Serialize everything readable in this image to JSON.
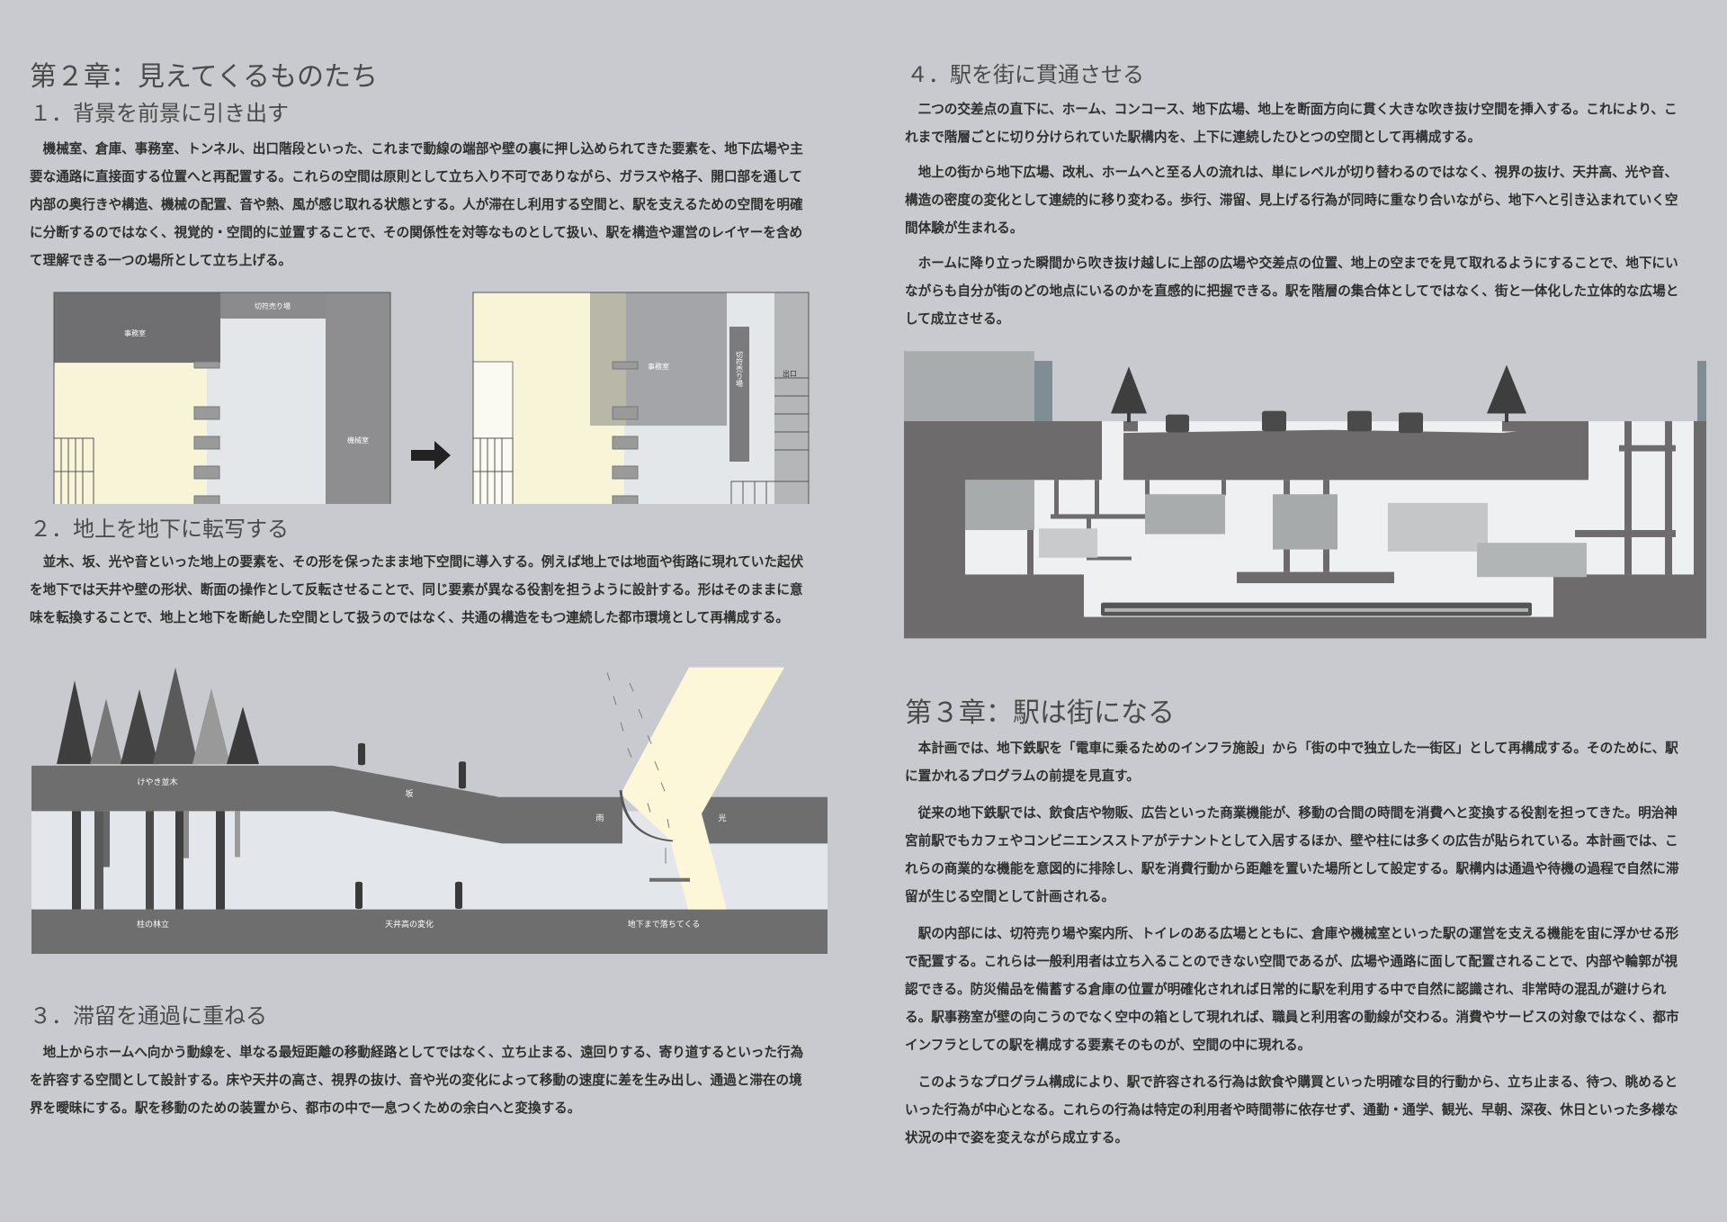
{
  "left": {
    "chapter_title": "第２章：見えてくるものたち",
    "s1": {
      "title": "１．背景を前景に引き出す",
      "body": "機械室、倉庫、事務室、トンネル、出口階段といった、これまで動線の端部や壁の裏に押し込められてきた要素を、地下広場や主要な通路に直接面する位置へと再配置する。これらの空間は原則として立ち入り不可でありながら、ガラスや格子、開口部を通して内部の奥行きや構造、機械の配置、音や熱、風が感じ取れる状態とする。人が滞在し利用する空間と、駅を支えるための空間を明確に分断するのではなく、視覚的・空間的に並置することで、その関係性を対等なものとして扱い、駅を構造や運営のレイヤーを含めて理解できる一つの場所として立ち上げる。",
      "plan_labels": {
        "office": "事務室",
        "ticket": "切符売り場",
        "machine": "機械室",
        "exit": "出口"
      }
    },
    "s2": {
      "title": "２．地上を地下に転写する",
      "body": "並木、坂、光や音といった地上の要素を、その形を保ったまま地下空間に導入する。例えば地上では地面や街路に現れていた起伏を地下では天井や壁の形状、断面の操作として反転させることで、同じ要素が異なる役割を担うように設計する。形はそのままに意味を転換することで、地上と地下を断絶した空間として扱うのではなく、共通の構造をもつ連続した都市環境として再構成する。",
      "labels": {
        "trees": "けやき並木",
        "slope": "坂",
        "rain": "雨",
        "light": "光",
        "columns": "柱の林立",
        "ceiling": "天井高の変化",
        "fall": "地下まで落ちてくる"
      }
    },
    "s3": {
      "title": "３．滞留を通過に重ねる",
      "body": "地上からホームへ向かう動線を、単なる最短距離の移動経路としてではなく、立ち止まる、遠回りする、寄り道するといった行為を許容する空間として設計する。床や天井の高さ、視界の抜け、音や光の変化によって移動の速度に差を生み出し、通過と滞在の境界を曖昧にする。駅を移動のための装置から、都市の中で一息つくための余白へと変換する。"
    }
  },
  "right": {
    "s4": {
      "title": "４．駅を街に貫通させる",
      "paras": [
        "二つの交差点の直下に、ホーム、コンコース、地下広場、地上を断面方向に貫く大きな吹き抜け空間を挿入する。これにより、これまで階層ごとに切り分けられていた駅構内を、上下に連続したひとつの空間として再構成する。",
        "地上の街から地下広場、改札、ホームへと至る人の流れは、単にレベルが切り替わるのではなく、視界の抜け、天井高、光や音、構造の密度の変化として連続的に移り変わる。歩行、滞留、見上げる行為が同時に重なり合いながら、地下へと引き込まれていく空間体験が生まれる。",
        "ホームに降り立った瞬間から吹き抜け越しに上部の広場や交差点の位置、地上の空までを見て取れるようにすることで、地下にいながらも自分が街のどの地点にいるのかを直感的に把握できる。駅を階層の集合体としてではなく、街と一体化した立体的な広場として成立させる。"
      ]
    },
    "chapter3": {
      "title": "第３章：駅は街になる",
      "paras": [
        "本計画では、地下鉄駅を「電車に乗るためのインフラ施設」から「街の中で独立した一街区」として再構成する。そのために、駅に置かれるプログラムの前提を見直す。",
        "従来の地下鉄駅では、飲食店や物販、広告といった商業機能が、移動の合間の時間を消費へと変換する役割を担ってきた。明治神宮前駅でもカフェやコンビニエンスストアがテナントとして入居するほか、壁や柱には多くの広告が貼られている。本計画では、これらの商業的な機能を意図的に排除し、駅を消費行動から距離を置いた場所として設定する。駅構内は通過や待機の過程で自然に滞留が生じる空間として計画される。",
        "駅の内部には、切符売り場や案内所、トイレのある広場とともに、倉庫や機械室といった駅の運営を支える機能を宙に浮かせる形で配置する。これらは一般利用者は立ち入ることのできない空間であるが、広場や通路に面して配置されることで、内部や輪郭が視認できる。防災備品を備蓄する倉庫の位置が明確化されれば日常的に駅を利用する中で自然に認識され、非常時の混乱が避けられる。駅事務室が壁の向こうのでなく空中の箱として現れれば、職員と利用客の動線が交わる。消費やサービスの対象ではなく、都市インフラとしての駅を構成する要素そのものが、空間の中に現れる。",
        "このようなプログラム構成により、駅で許容される行為は飲食や購買といった明確な目的行動から、立ち止まる、待つ、眺めるといった行為が中心となる。これらの行為は特定の利用者や時間帯に依存せず、通勤・通学、観光、早朝、深夜、休日といった多様な状況の中で姿を変えながら成立する。"
      ]
    }
  },
  "colors": {
    "background": "#c9cacf",
    "dark": "#6f6e6e",
    "light_space": "#e3e7eb",
    "yellow": "#fbf7d8",
    "text": "#2e2e2e"
  }
}
